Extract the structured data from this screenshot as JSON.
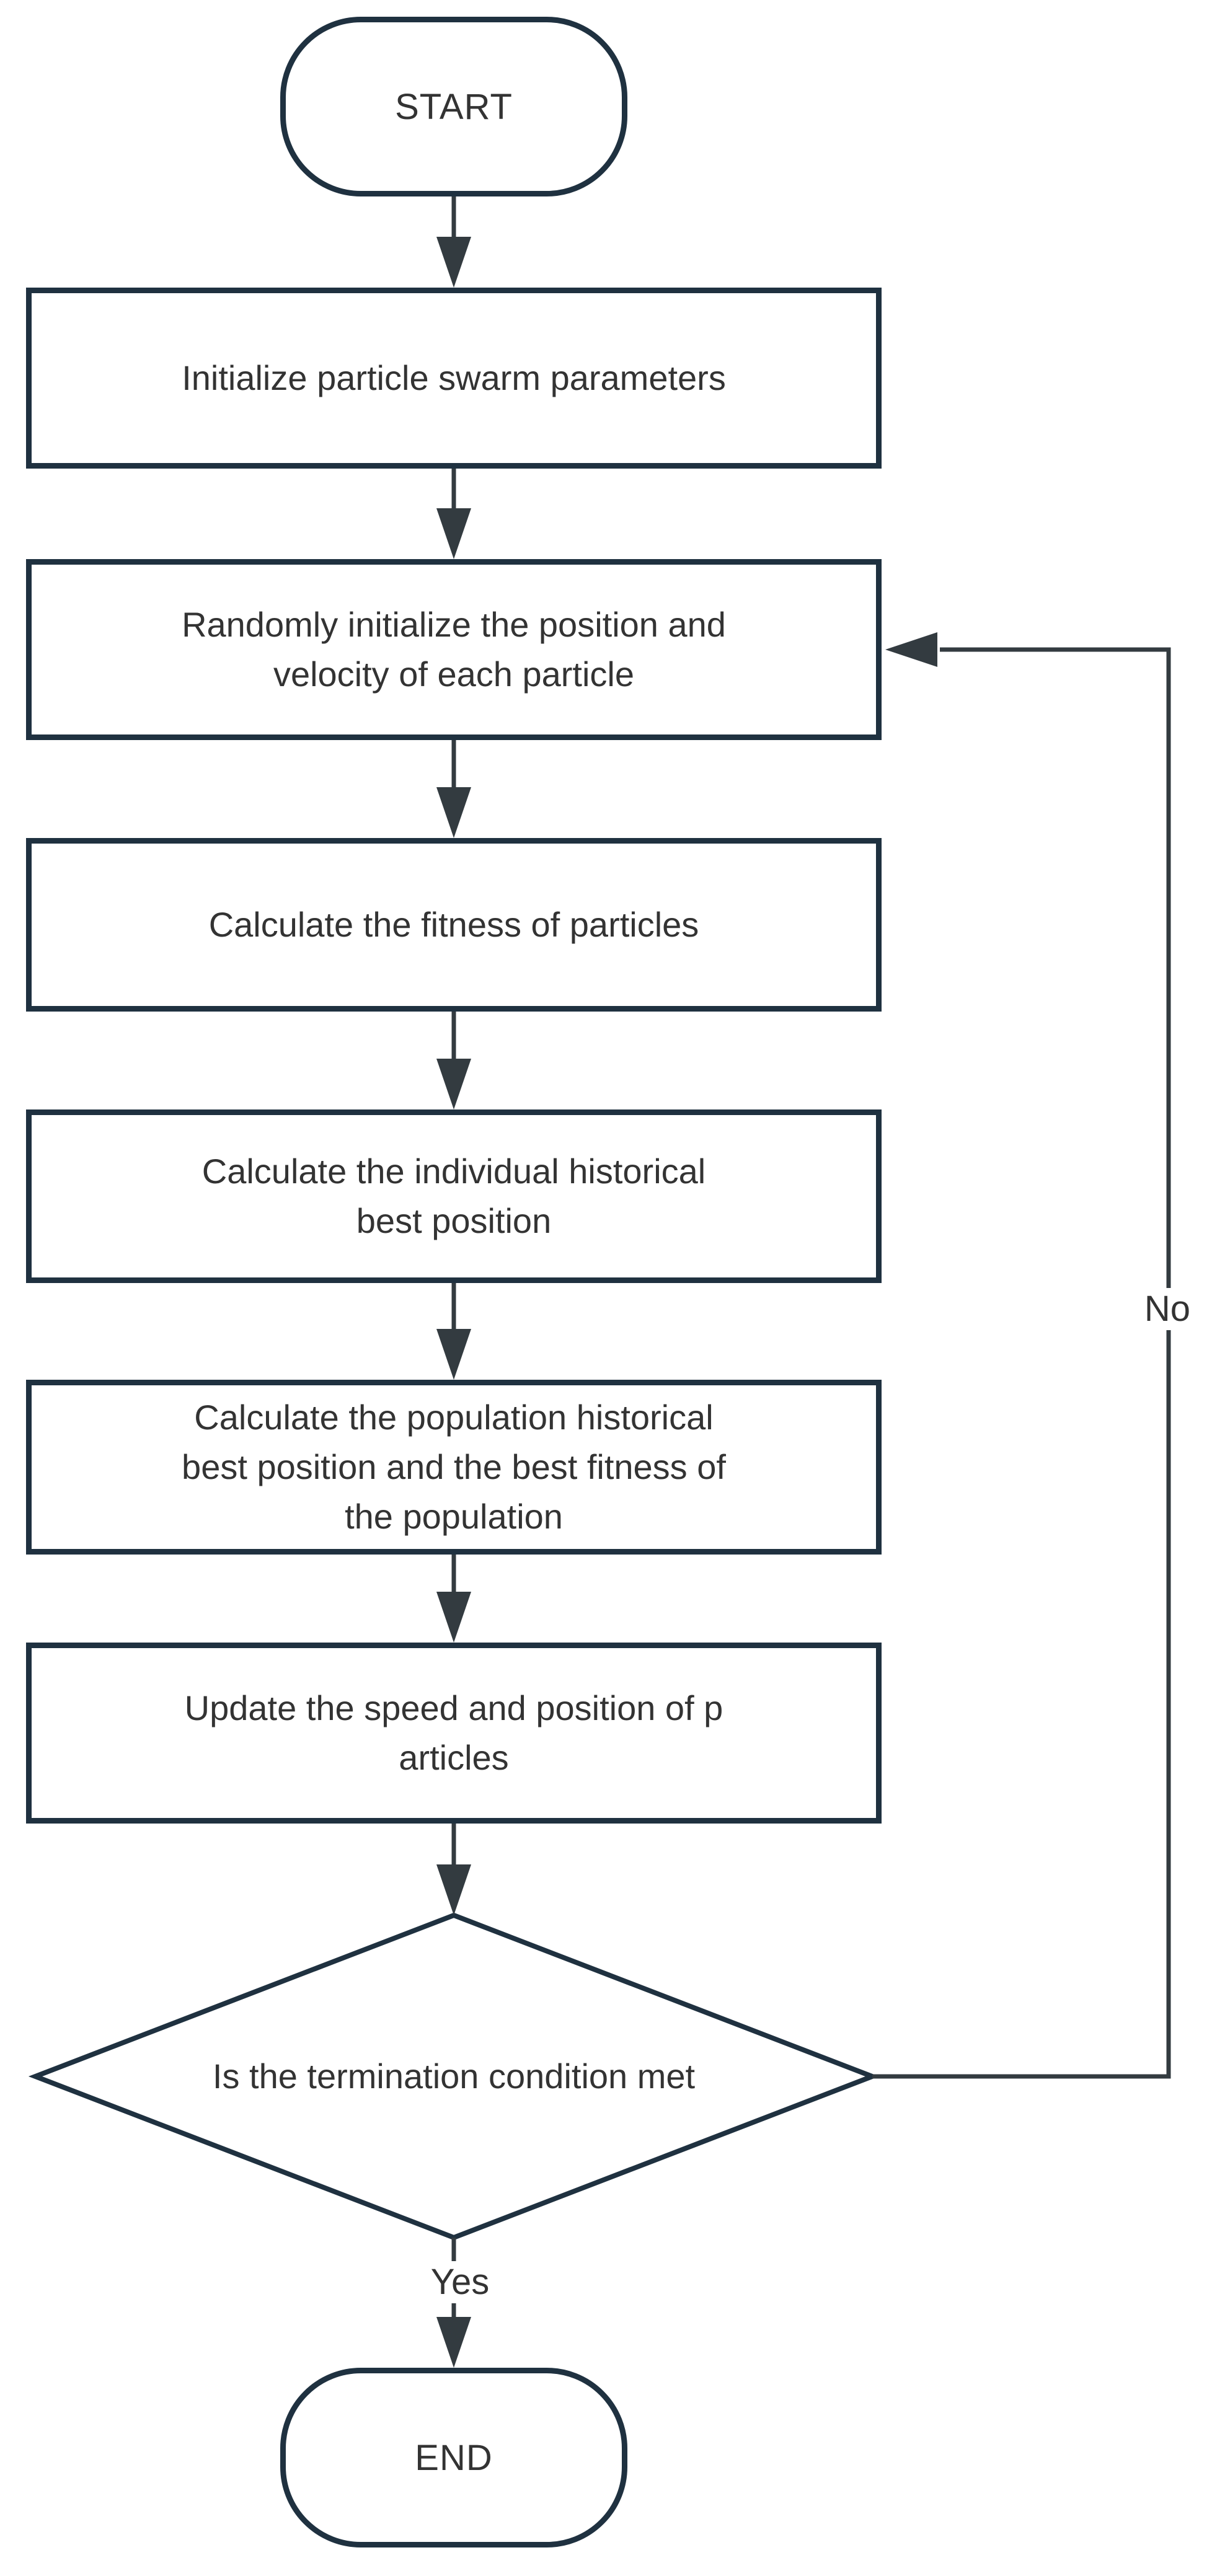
{
  "nodes": {
    "start": {
      "label": "START"
    },
    "initialize_parameters": {
      "lines": [
        "Initialize particle swarm parameters"
      ]
    },
    "random_initialize": {
      "lines": [
        "Randomly initialize the position and",
        "velocity of each particle"
      ]
    },
    "calculate_fitness": {
      "lines": [
        "Calculate the fitness of particles"
      ]
    },
    "individual_best": {
      "lines": [
        "Calculate the individual historical",
        "best position"
      ]
    },
    "population_best": {
      "lines": [
        "Calculate the population historical",
        "best position and the best fitness of",
        "the population"
      ]
    },
    "update_speed": {
      "lines": [
        "Update the speed and position of p",
        "articles"
      ]
    },
    "termination_decision": {
      "lines": [
        "Is the termination condition met"
      ]
    },
    "end": {
      "label": "END"
    }
  },
  "edge_labels": {
    "yes": "Yes",
    "no": "No"
  },
  "colors": {
    "node_border": "#1f3140",
    "connector": "#333b40",
    "text": "#333333",
    "background": "#ffffff"
  }
}
